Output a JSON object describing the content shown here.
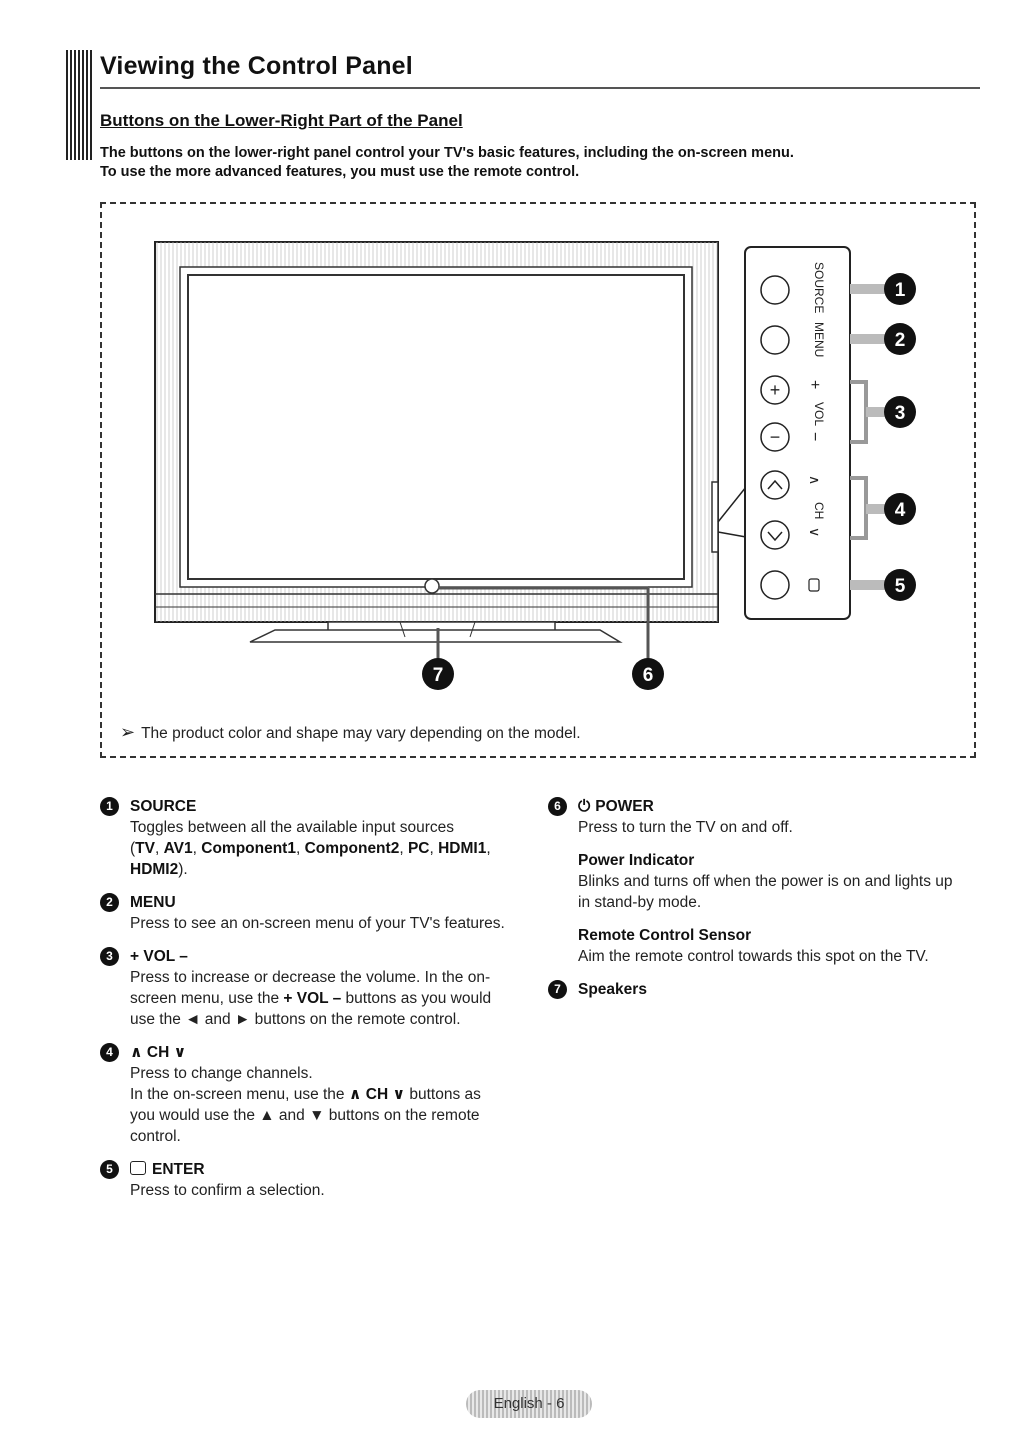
{
  "title": "Viewing the Control Panel",
  "subtitle": "Buttons on the Lower-Right Part of the Panel",
  "intro": [
    "The buttons on the lower-right panel control your TV's basic features, including the on-screen menu.",
    "To use the more advanced features, you must use the remote control."
  ],
  "figure": {
    "panel_labels": [
      "SOURCE",
      "MENU",
      "+",
      "VOL",
      "−",
      "∧",
      "CH",
      "∨"
    ],
    "callouts": [
      "1",
      "2",
      "3",
      "4",
      "5",
      "6",
      "7"
    ]
  },
  "note": "The product color and shape may vary depending on the model.",
  "items": {
    "source": {
      "num": "1",
      "head": "SOURCE",
      "body_1": "Toggles between all the available input sources",
      "body_2a": "(",
      "tv": "TV",
      "sep": ", ",
      "av1": "AV1",
      "comp1": "Component1",
      "comp2": "Component2",
      "pc": "PC",
      "hdmi1": "HDMI1",
      "hdmi2": "HDMI2",
      "body_2z": ")."
    },
    "menu": {
      "num": "2",
      "head": "MENU",
      "body": "Press to see an on-screen menu of your TV's features."
    },
    "vol": {
      "num": "3",
      "head": "+ VOL –",
      "body_1": "Press to increase or decrease the volume. In the on-",
      "body_2a": "screen menu, use the ",
      "body_2b": "+ VOL –",
      "body_2c": " buttons as you would",
      "body_3": "use the ◄ and ► buttons on the remote control."
    },
    "ch": {
      "num": "4",
      "head": "∧ CH ∨",
      "body_1": "Press to change channels.",
      "body_2a": "In the on-screen menu, use the ",
      "body_2b": "∧ CH ∨",
      "body_2c": " buttons as",
      "body_3": "you would use the ▲ and ▼ buttons on the remote",
      "body_4": "control."
    },
    "enter": {
      "num": "5",
      "head": "ENTER",
      "body": "Press to confirm a selection."
    },
    "power": {
      "num": "6",
      "head": "POWER",
      "body": "Press to turn the TV on and off.",
      "indicator_head": "Power Indicator",
      "indicator_body_1": "Blinks and turns off when the power is on and lights up",
      "indicator_body_2": "in stand-by mode.",
      "remote_head": "Remote Control Sensor",
      "remote_body": "Aim the remote control towards this spot on the TV."
    },
    "speakers": {
      "num": "7",
      "head": "Speakers"
    }
  },
  "footer": "English - 6"
}
